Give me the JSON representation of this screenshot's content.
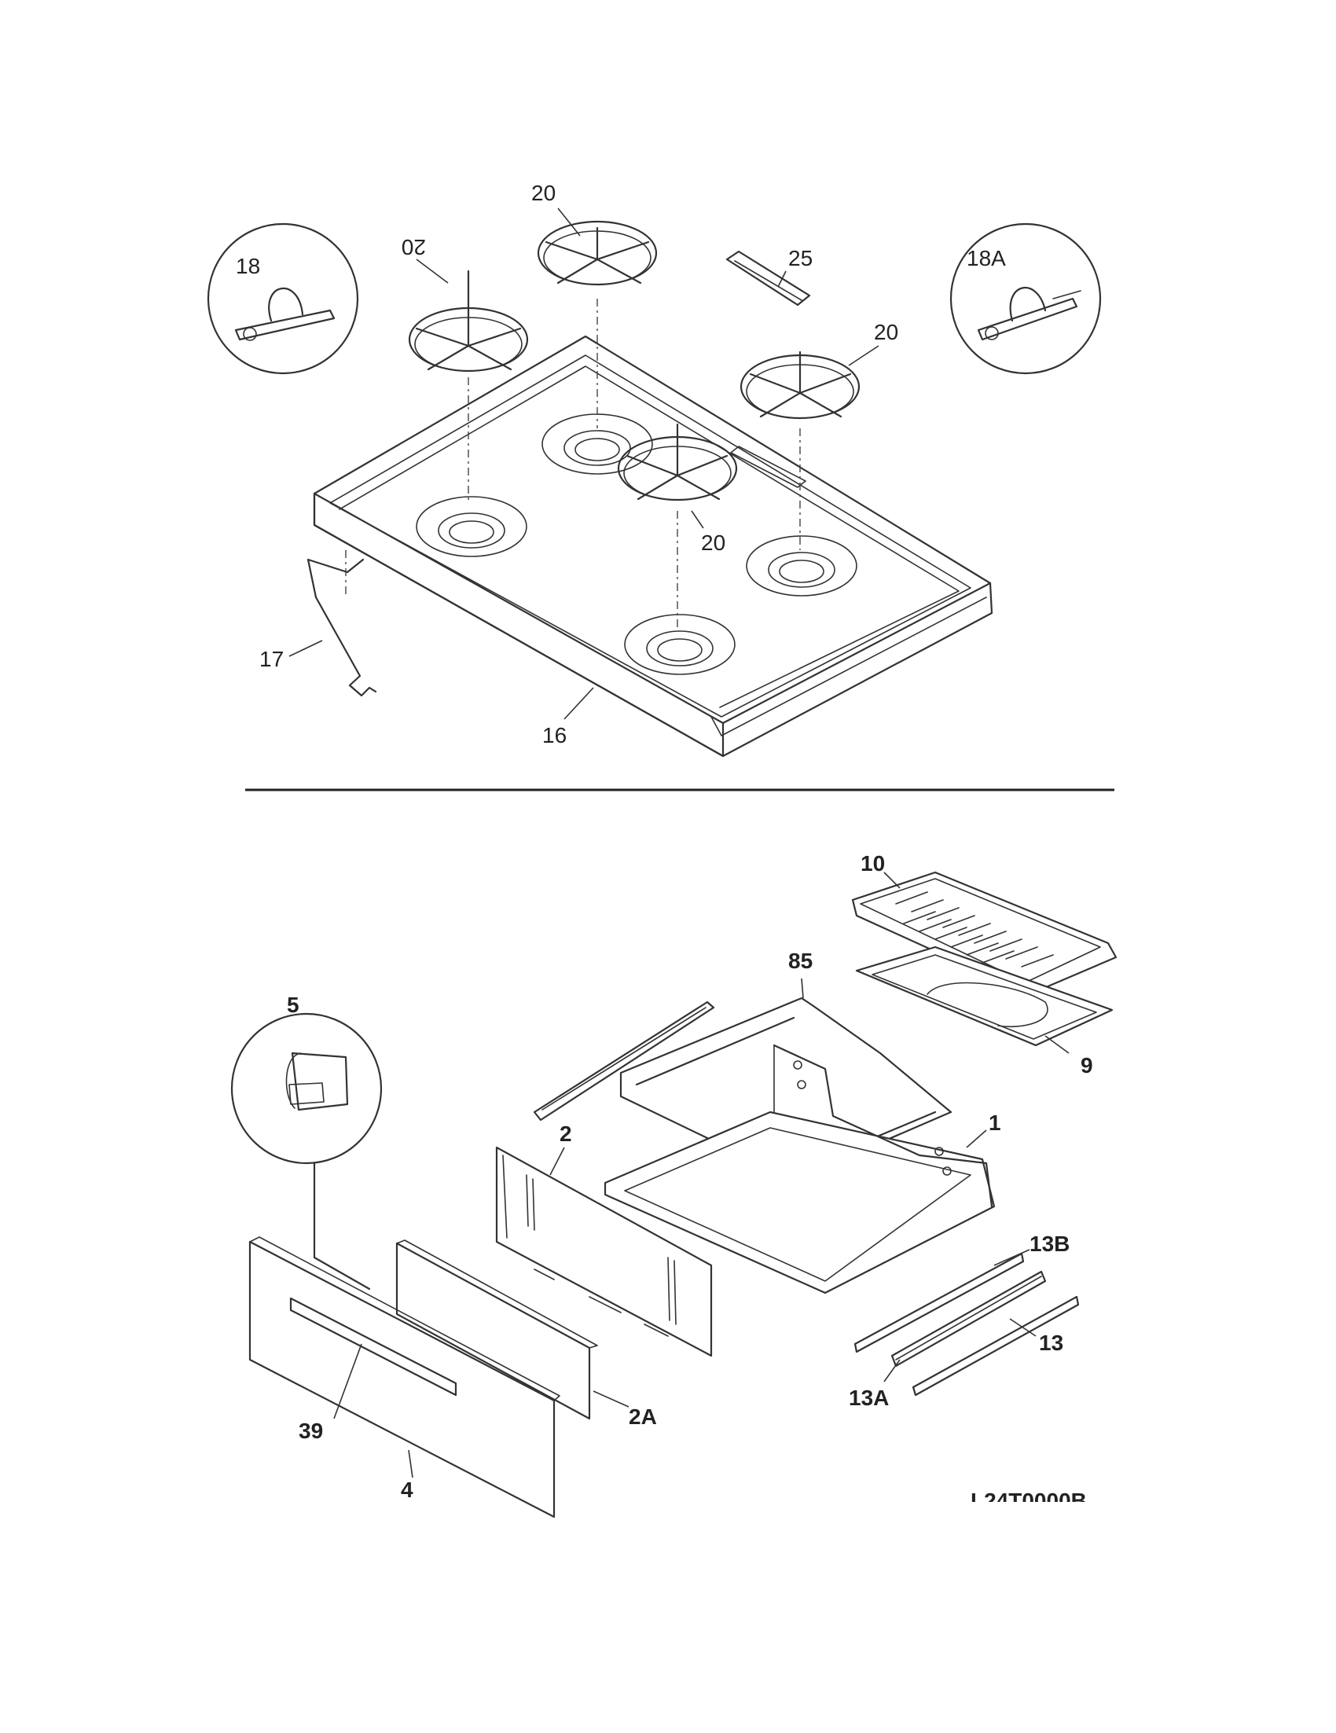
{
  "diagram": {
    "upper": {
      "cooktop": "16",
      "grate_rear_left": "20",
      "grate_rear_center": "20",
      "grate_front_center": "20",
      "grate_right": "20",
      "wire_support": "17",
      "detail_left": "18",
      "detail_right": "18A",
      "vent_trim": "25"
    },
    "lower": {
      "broiler_grid": "10",
      "broiler_pan": "9",
      "rack": "85",
      "drawer_body": "1",
      "drawer_rear": "2",
      "drawer_inner_front": "2A",
      "drawer_front": "4",
      "handle": "39",
      "detail_clip": "5",
      "slide_outer": "13",
      "slide_mid": "13A",
      "slide_inner": "13B",
      "drawing_code": "L24T0000B"
    }
  }
}
